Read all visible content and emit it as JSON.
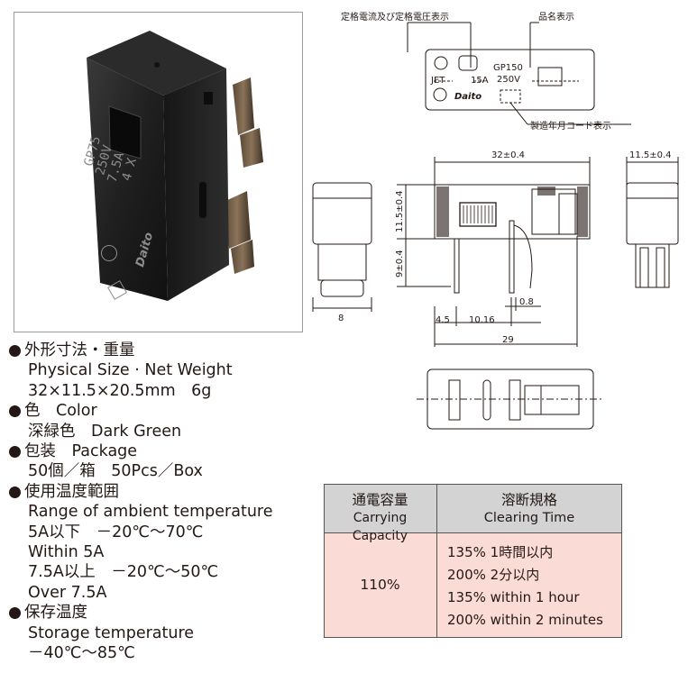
{
  "photo": {
    "markings": [
      "GP75",
      "250V",
      "7.5A",
      "4 X"
    ],
    "brand": "Daito"
  },
  "label_diagram": {
    "callout_rating": "定格電流及び定格電圧表示",
    "callout_product": "品名表示",
    "callout_date": "製造年月コード表示",
    "jet": "JET",
    "current": "15A",
    "model": "GP150",
    "voltage": "250V",
    "brand": "Daito"
  },
  "dimensions": {
    "width_front": "8",
    "length_top": "32±0.4",
    "height_body": "11.5±0.4",
    "height_pins": "9±0.4",
    "offset_left": "4.5",
    "pin_pitch": "10.16",
    "pin_thickness": "0.8",
    "overall_length": "29",
    "width_side": "11.5±0.4"
  },
  "specs": [
    {
      "heading": "外形寸法・重量",
      "lines": [
        "Physical Size · Net Weight",
        "32×11.5×20.5mm　6g"
      ]
    },
    {
      "heading": "色　Color",
      "lines": [
        "深緑色　Dark Green"
      ]
    },
    {
      "heading": "包装　Package",
      "lines": [
        "50個／箱　50Pcs／Box"
      ]
    },
    {
      "heading": "使用温度範囲",
      "lines": [
        "Range of ambient temperature",
        "5A以下　－20℃～70℃",
        "Within 5A",
        "7.5A以上　－20℃～50℃",
        "Over 7.5A"
      ]
    },
    {
      "heading": "保存温度",
      "lines": [
        "Storage temperature",
        "－40℃～85℃"
      ]
    }
  ],
  "table": {
    "col1_jp": "通電容量",
    "col1_en": "Carrying Capacity",
    "col2_jp": "溶断規格",
    "col2_en": "Clearing Time",
    "capacity": "110%",
    "rows": [
      "135% 1時間以内",
      "200% 2分以内",
      "135% within 1 hour",
      "200% within 2 minutes"
    ]
  }
}
